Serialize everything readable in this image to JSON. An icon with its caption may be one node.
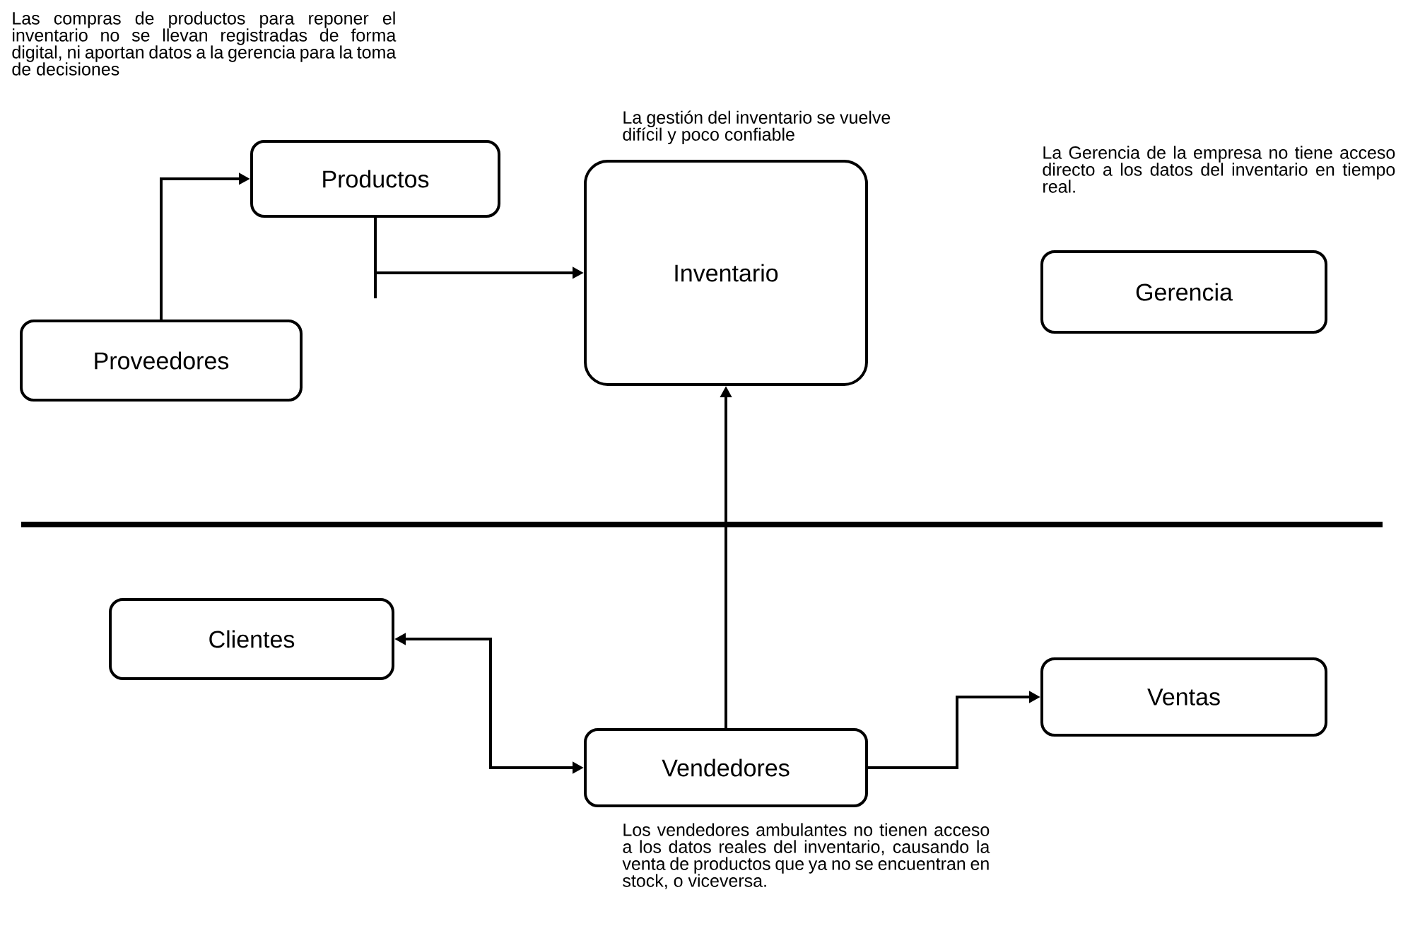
{
  "diagram": {
    "nodes": [
      {
        "text": [
          "Productos"
        ],
        "beside": [
          "Las compras de productos para reponer el inventario no se llevan registradas de forma digital, ni aportan datos a la gerencia para la toma de decisiones"
        ]
      },
      {
        "text": [
          "Proveedores"
        ]
      },
      {
        "text": [
          "Inventario"
        ],
        "beside": [
          "La gestión del inventario se vuelve difícil y poco confiable"
        ]
      },
      {
        "text": [
          "Gerencia"
        ],
        "beside": [
          "La Gerencia de la empresa no tiene acceso directo a los datos del inventario en tiempo real."
        ]
      },
      {
        "text": [
          "Clientes"
        ]
      },
      {
        "text": [
          "Vendedores"
        ],
        "beside": [
          "Los vendedores ambulantes no tienen acceso a los datos reales del inventario, causando la venta de productos que ya no se encuentran en stock, o viceversa."
        ]
      },
      {
        "text": [
          "Ventas"
        ]
      }
    ],
    "edges": [
      {
        "from": 1,
        "to": 0,
        "arrow": "to"
      },
      {
        "from": 0,
        "to": 2,
        "arrow": "to"
      },
      {
        "from": 5,
        "to": 2,
        "arrow": "to"
      },
      {
        "from": 5,
        "to": 4,
        "arrow": "both"
      },
      {
        "from": 5,
        "to": 6,
        "arrow": "to"
      }
    ]
  }
}
